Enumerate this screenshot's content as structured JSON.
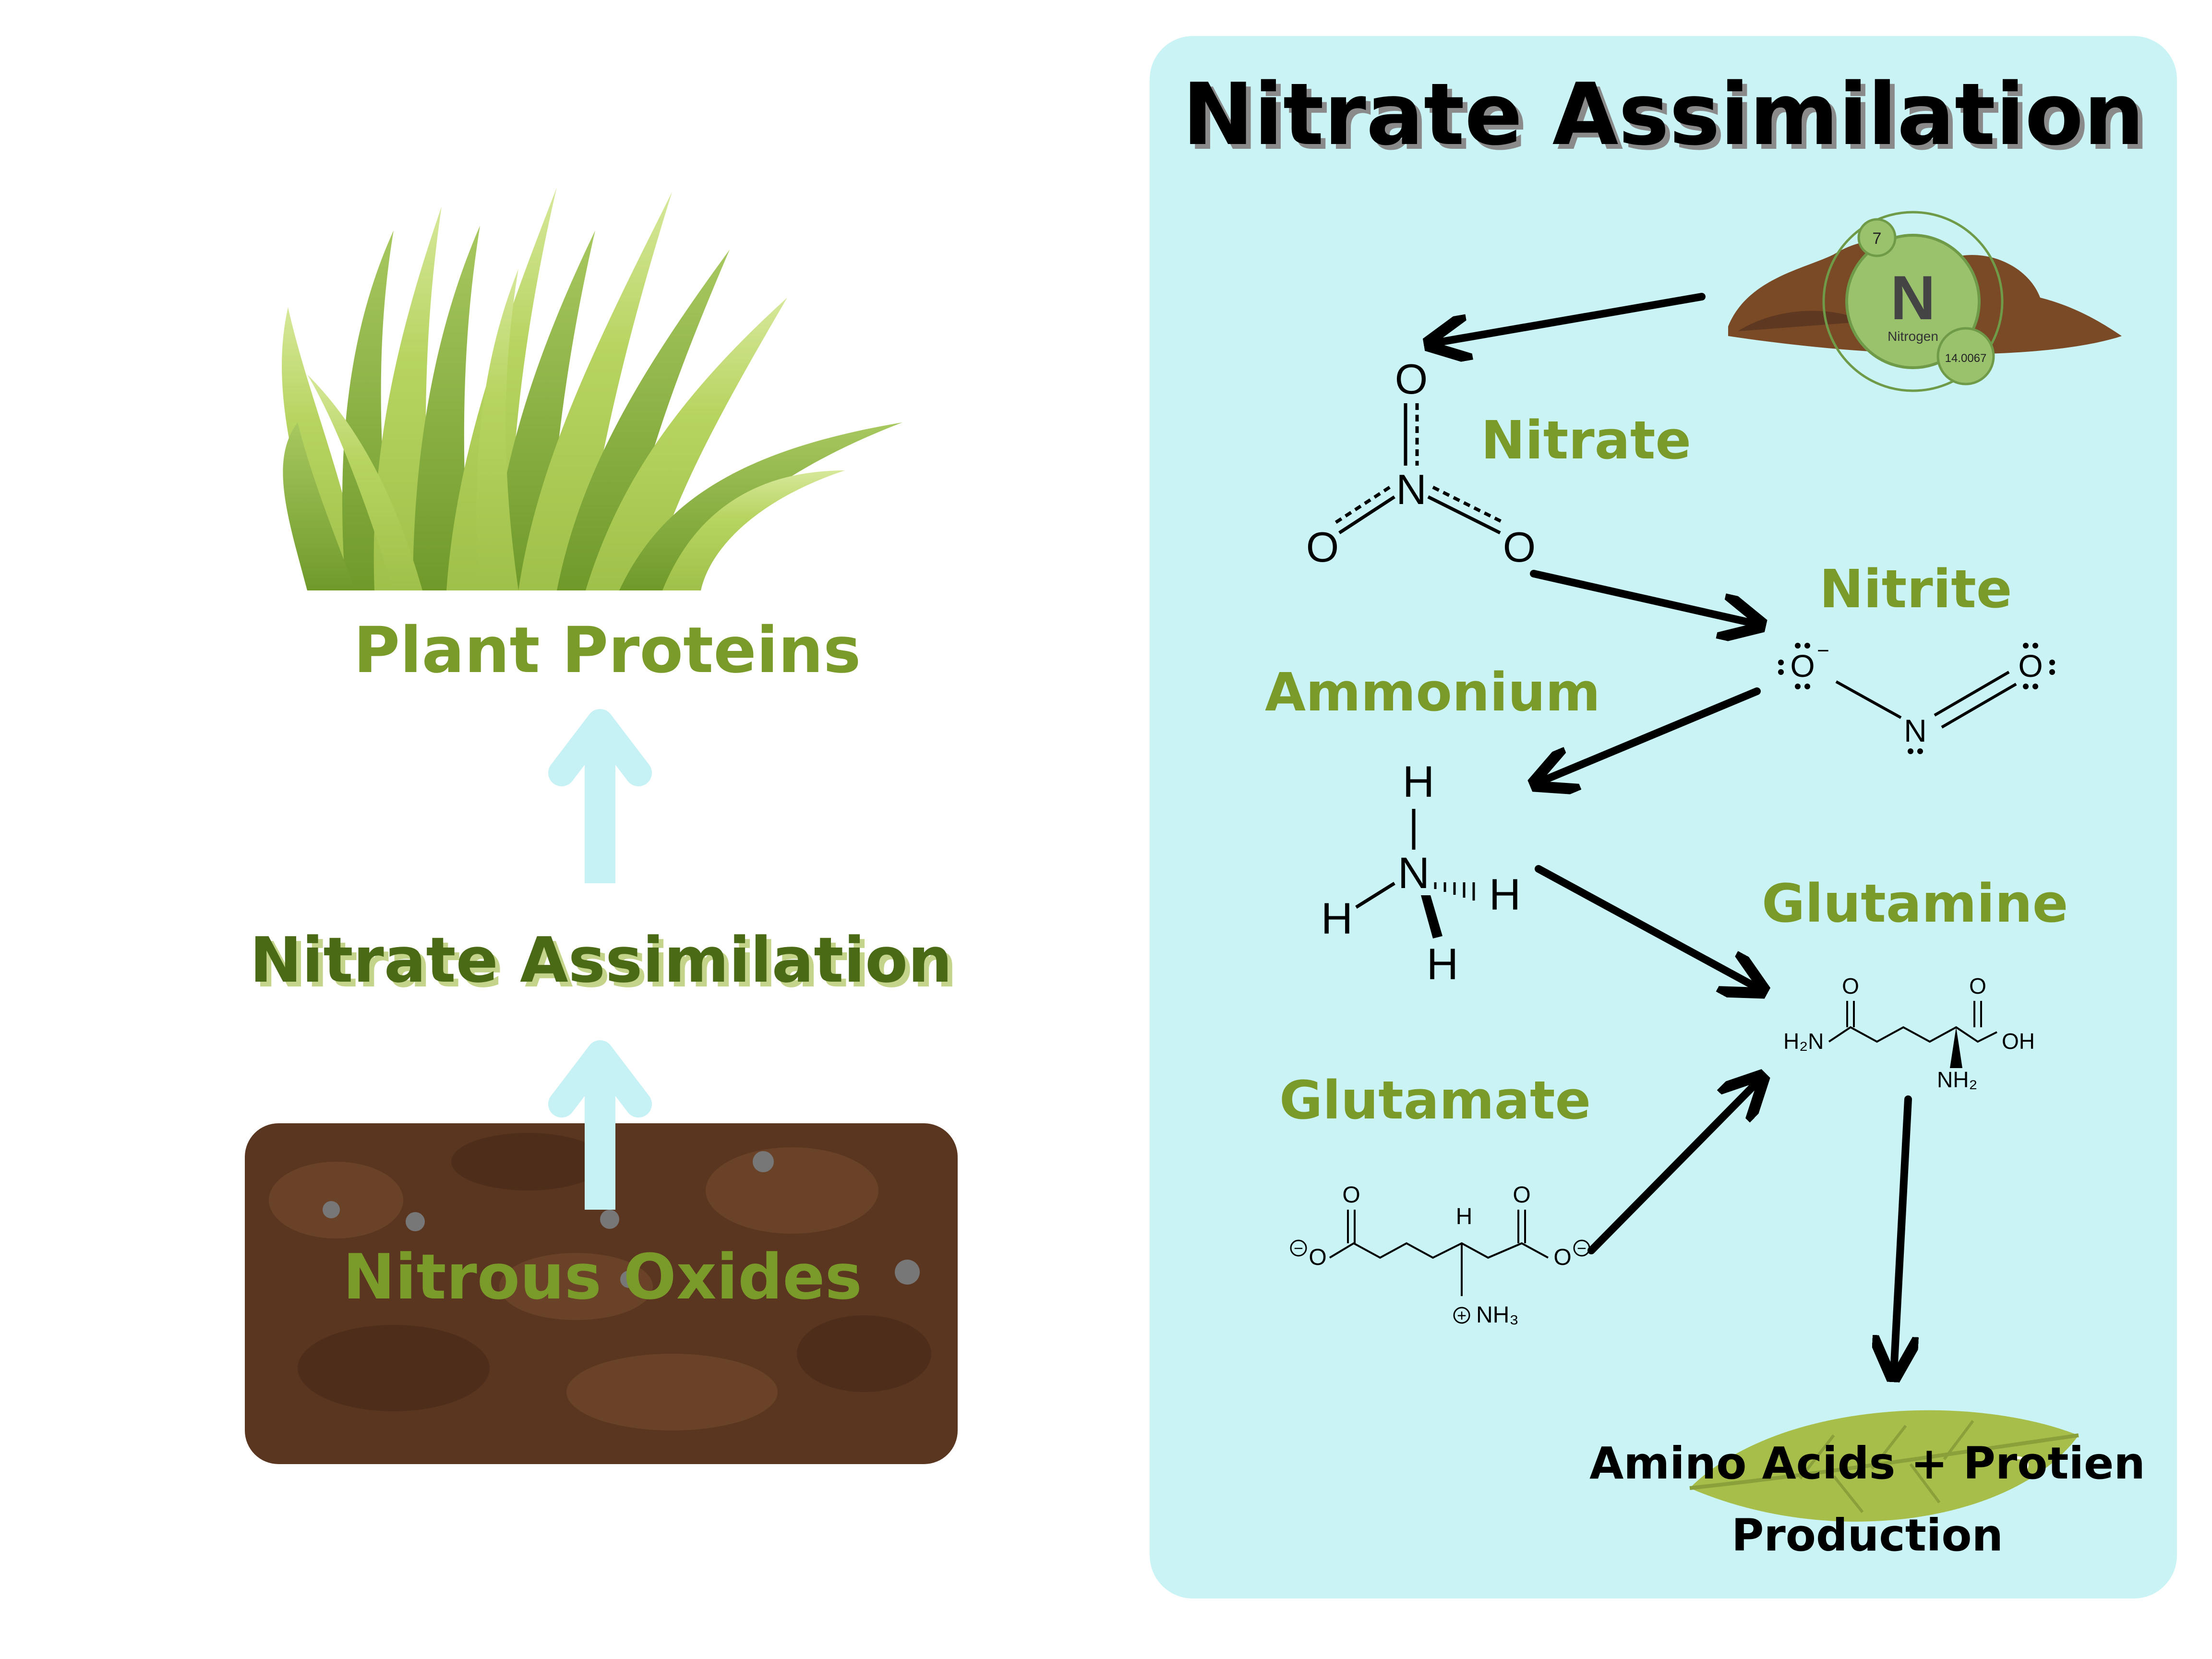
{
  "left_panel": {
    "top_label": "Plant Proteins",
    "middle_label": "Nitrate Assimilation",
    "bottom_label": "Nitrous Oxides"
  },
  "right_panel": {
    "title": "Nitrate Assimilation",
    "nitrogen_badge": {
      "symbol": "N",
      "name": "Nitrogen",
      "atomic_number": "7",
      "atomic_mass": "14.0067"
    },
    "steps": {
      "nitrate": "Nitrate",
      "nitrite": "Nitrite",
      "ammonium": "Ammonium",
      "glutamine": "Glutamine",
      "glutamate": "Glutamate",
      "final_line1": "Amino Acids + Protien",
      "final_line2": "Production"
    },
    "atoms": {
      "oxygen": "O",
      "nitrogen": "N",
      "hydrogen": "H"
    },
    "glutamine_groups": {
      "amide": "H₂N",
      "hydroxyl": "OH",
      "amine": "NH₂",
      "oxo": "O"
    },
    "glutamate_groups": {
      "carboxylate": "O",
      "ammonium": "NH₃",
      "hydrogen": "H",
      "oxo": "O"
    },
    "charges": {
      "minus": "−",
      "plus": "+"
    }
  },
  "colors": {
    "panel_bg": "#c9f3f5",
    "label_green": "#7a9a2a",
    "dark_green": "#4a6a16",
    "soil_brown": "#5a3620",
    "arrow_cyan": "#c6f1f5",
    "arrow_black": "#000000",
    "leaf_green": "#a7bf4a",
    "badge_green": "#9ac26d"
  }
}
